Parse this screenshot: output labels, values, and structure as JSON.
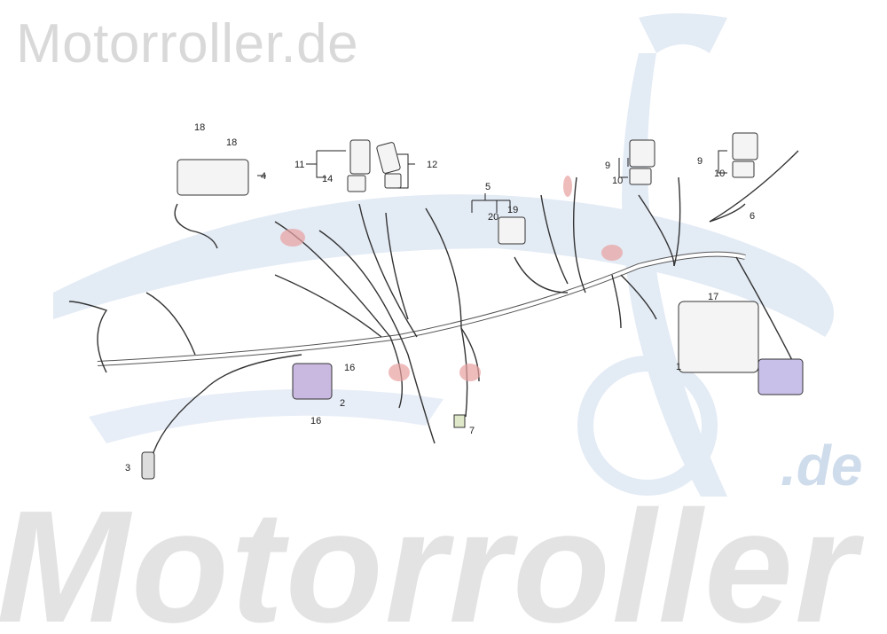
{
  "watermark": {
    "top": "Motorroller.de",
    "bottom": "Motorroller",
    "bottom_suffix": ".de"
  },
  "colors": {
    "logo_swoosh": "#dbe6f3",
    "wire": "#333333",
    "ignition_coil": "#c9b8e0",
    "cdi_highlight": "#c8c0e8",
    "connector_red": "#e8a0a0"
  },
  "parts": [
    {
      "label": "18"
    },
    {
      "label": "18"
    },
    {
      "label": "4"
    },
    {
      "label": "11"
    },
    {
      "label": "14"
    },
    {
      "label": "12"
    },
    {
      "label": "5"
    },
    {
      "label": "20"
    },
    {
      "label": "19"
    },
    {
      "label": "9"
    },
    {
      "label": "10"
    },
    {
      "label": "9"
    },
    {
      "label": "10"
    },
    {
      "label": "6"
    },
    {
      "label": "17"
    },
    {
      "label": "1"
    },
    {
      "label": "16"
    },
    {
      "label": "2"
    },
    {
      "label": "16"
    },
    {
      "label": "3"
    },
    {
      "label": "7"
    }
  ]
}
